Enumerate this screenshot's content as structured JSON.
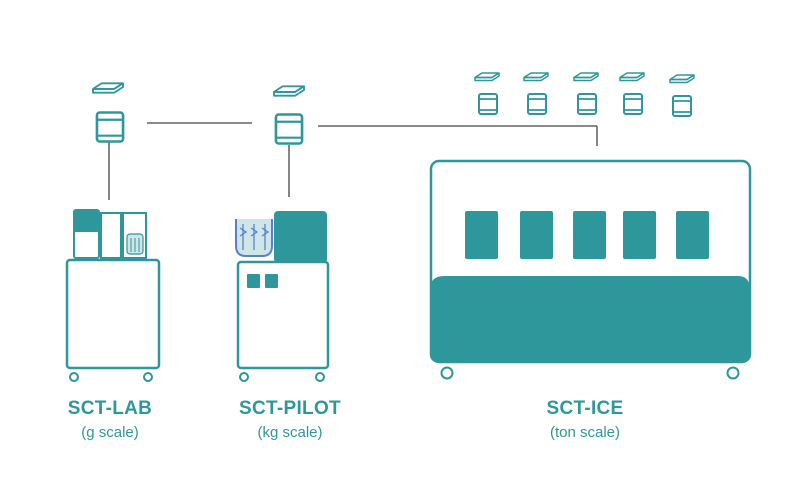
{
  "colors": {
    "teal": "#2e979c",
    "line": "#444444",
    "light_teal": "#cfe6e8",
    "blue": "#5b7fd0",
    "white": "#ffffff"
  },
  "systems": [
    {
      "name": "SCT-LAB",
      "scale": "(g scale)"
    },
    {
      "name": "SCT-PILOT",
      "scale": "(kg scale)"
    },
    {
      "name": "SCT-ICE",
      "scale": "(ton scale)"
    }
  ],
  "icons": {
    "vial": "vial-icon",
    "lid": "tray-lid-icon"
  }
}
